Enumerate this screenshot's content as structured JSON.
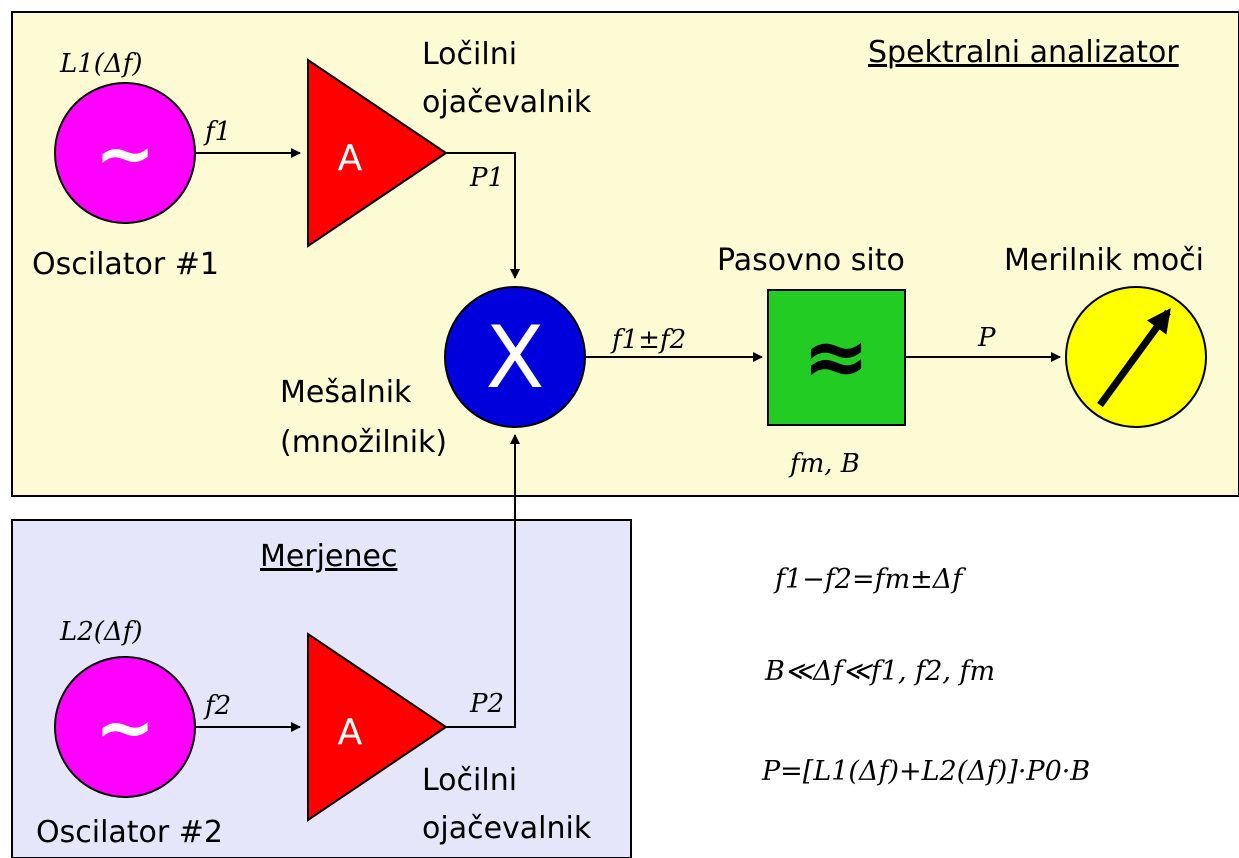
{
  "regions": {
    "analyzer_title": "Spektralni analizator",
    "dut_title": "Merjenec"
  },
  "blocks": {
    "osc1": {
      "glyph": "~",
      "caption": "Oscilator #1",
      "noise_label": "L1(Δf)",
      "color": "#ff00ff"
    },
    "osc2": {
      "glyph": "~",
      "caption": "Oscilator #2",
      "noise_label": "L2(Δf)",
      "color": "#ff00ff"
    },
    "amp1": {
      "glyph": "A",
      "caption_line1": "Ločilni",
      "caption_line2": "ojačevalnik",
      "color": "#ff0000"
    },
    "amp2": {
      "glyph": "A",
      "caption_line1": "Ločilni",
      "caption_line2": "ojačevalnik",
      "color": "#ff0000"
    },
    "mixer": {
      "glyph": "X",
      "caption_line1": "Mešalnik",
      "caption_line2": "(množilnik)",
      "color": "#0000dd"
    },
    "filter": {
      "glyph": "≈",
      "caption": "Pasovno sito",
      "param_label": "fm, B",
      "color": "#22cc22"
    },
    "meter": {
      "caption": "Merilnik moči",
      "color": "#ffff00"
    }
  },
  "signals": {
    "f1": "f1",
    "f2": "f2",
    "p1": "P1",
    "p2": "P2",
    "mix_out": "f1±f2",
    "p_out": "P"
  },
  "equations": [
    "f1−f2=fm±Δf",
    "B≪Δf≪f1, f2, fm",
    "P=[L1(Δf)+L2(Δf)]·P0·B"
  ],
  "colors": {
    "analyzer_bg": "#fdfbd3",
    "dut_bg": "#e6e6fa"
  }
}
